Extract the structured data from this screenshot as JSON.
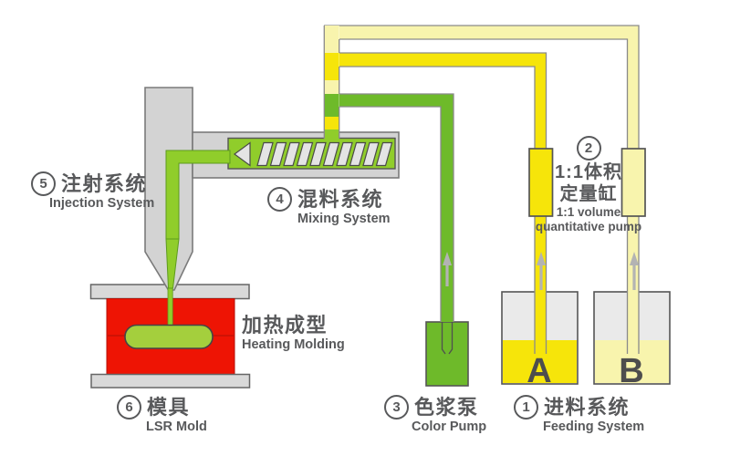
{
  "labels": {
    "feeding": {
      "number": "1",
      "zh": "进料系统",
      "en": "Feeding System"
    },
    "metering": {
      "number": "2",
      "zh1": "1:1体积",
      "zh2": "定量缸",
      "en1": "1:1 volume",
      "en2": "quantitative pump"
    },
    "color_pump": {
      "number": "3",
      "zh": "色浆泵",
      "en": "Color Pump"
    },
    "mixing": {
      "number": "4",
      "zh": "混料系统",
      "en": "Mixing System"
    },
    "injection": {
      "number": "5",
      "zh": "注射系统",
      "en": "Injection System"
    },
    "mold": {
      "number": "6",
      "zh": "模具",
      "en": "LSR Mold"
    },
    "heating": {
      "zh": "加热成型",
      "en": "Heating Molding"
    }
  },
  "materials": {
    "component_a": "A",
    "component_b": "B"
  },
  "colors": {
    "component_a": "#f6e50a",
    "component_b": "#f8f4ad",
    "color_paste": "#6eba2a",
    "mixture": "#90cd2b",
    "molded_part": "#a4cf3d",
    "mold_red": "#ee1404",
    "machine_gray": "#d3d3d3",
    "container_gray": "#eaeaea",
    "plate_gray": "#d9d9d9",
    "arrow_gray": "#b3b3b3",
    "text": "#58595b"
  }
}
